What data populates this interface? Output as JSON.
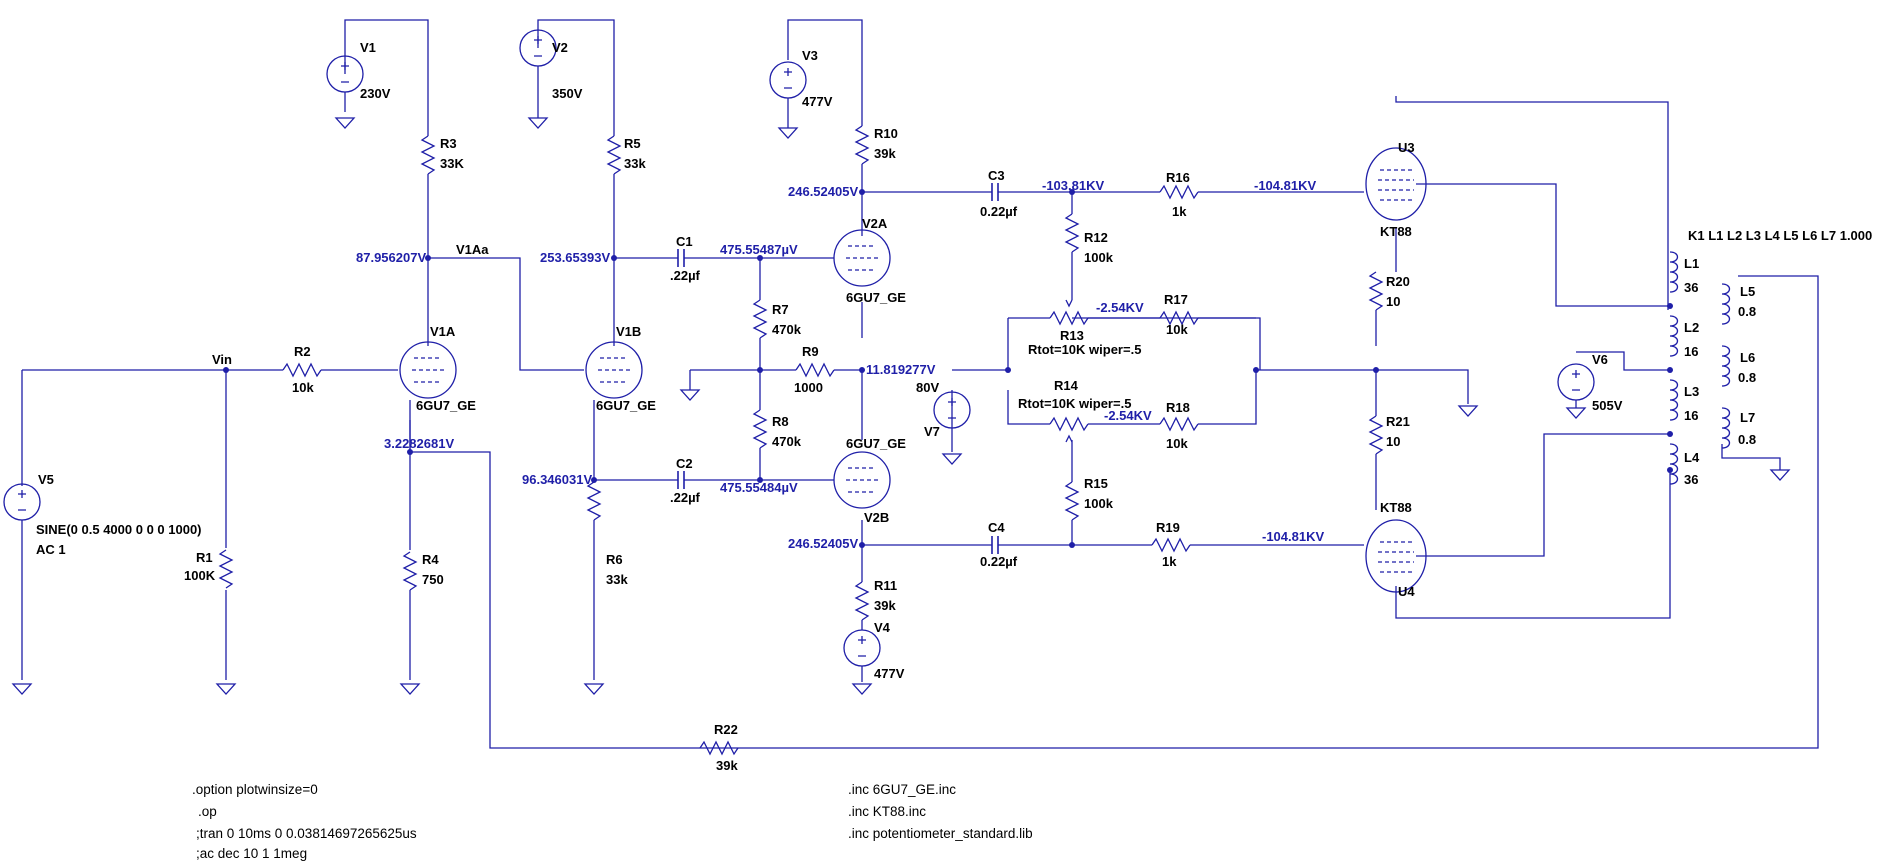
{
  "colors": {
    "wire": "#1f1fa8",
    "node_voltage": "#1f1fa8",
    "label": "#000000",
    "background": "#ffffff"
  },
  "components": {
    "V1": {
      "name": "V1",
      "value": "230V"
    },
    "V2": {
      "name": "V2",
      "value": "350V"
    },
    "V3": {
      "name": "V3",
      "value": "477V"
    },
    "V4": {
      "name": "V4",
      "value": "477V"
    },
    "V5": {
      "name": "V5",
      "value": "SINE(0 0.5 4000 0 0 0 1000)",
      "value2": "AC 1"
    },
    "V6": {
      "name": "V6",
      "value": "505V"
    },
    "V7": {
      "name": "V7",
      "value": "80V"
    },
    "R1": {
      "name": "R1",
      "value": "100K"
    },
    "R2": {
      "name": "R2",
      "value": "10k"
    },
    "R3": {
      "name": "R3",
      "value": "33K"
    },
    "R4": {
      "name": "R4",
      "value": "750"
    },
    "R5": {
      "name": "R5",
      "value": "33k"
    },
    "R6": {
      "name": "R6",
      "value": "33k"
    },
    "R7": {
      "name": "R7",
      "value": "470k"
    },
    "R8": {
      "name": "R8",
      "value": "470k"
    },
    "R9": {
      "name": "R9",
      "value": "1000"
    },
    "R10": {
      "name": "R10",
      "value": "39k"
    },
    "R11": {
      "name": "R11",
      "value": "39k"
    },
    "R12": {
      "name": "R12",
      "value": "100k"
    },
    "R13": {
      "name": "R13",
      "value": "Rtot=10K wiper=.5"
    },
    "R14": {
      "name": "R14",
      "value": "Rtot=10K wiper=.5"
    },
    "R15": {
      "name": "R15",
      "value": "100k"
    },
    "R16": {
      "name": "R16",
      "value": "1k"
    },
    "R17": {
      "name": "R17",
      "value": "10k"
    },
    "R18": {
      "name": "R18",
      "value": "10k"
    },
    "R19": {
      "name": "R19",
      "value": "1k"
    },
    "R20": {
      "name": "R20",
      "value": "10"
    },
    "R21": {
      "name": "R21",
      "value": "10"
    },
    "R22": {
      "name": "R22",
      "value": "39k"
    },
    "C1": {
      "name": "C1",
      "value": ".22µf"
    },
    "C2": {
      "name": "C2",
      "value": ".22µf"
    },
    "C3": {
      "name": "C3",
      "value": "0.22µf"
    },
    "C4": {
      "name": "C4",
      "value": "0.22µf"
    },
    "L1": {
      "name": "L1",
      "value": "36"
    },
    "L2": {
      "name": "L2",
      "value": "16"
    },
    "L3": {
      "name": "L3",
      "value": "16"
    },
    "L4": {
      "name": "L4",
      "value": "36"
    },
    "L5": {
      "name": "L5",
      "value": "0.8"
    },
    "L6": {
      "name": "L6",
      "value": "0.8"
    },
    "L7": {
      "name": "L7",
      "value": "0.8"
    },
    "V1A": {
      "name": "V1A",
      "model": "6GU7_GE"
    },
    "V1B": {
      "name": "V1B",
      "model": "6GU7_GE"
    },
    "V2A": {
      "name": "V2A",
      "model": "6GU7_GE"
    },
    "V2B": {
      "name": "V2B",
      "model": "6GU7_GE"
    },
    "U3": {
      "name": "U3",
      "model": "KT88"
    },
    "U4": {
      "name": "U4",
      "model": "KT88"
    }
  },
  "net_labels": {
    "vin": "Vin",
    "v1aa": "V1Aa"
  },
  "node_voltages": {
    "v1a_plate": "87.956207V",
    "v1b_plate": "253.65393V",
    "v1b_cathode": "96.346031V",
    "v1a_cathode": "3.2282681V",
    "v2a_grid": "475.55487µV",
    "v2b_grid": "475.55484µV",
    "v2a_plate": "246.52405V",
    "v2b_plate": "246.52405V",
    "ltp_cathode": "11.819277V",
    "u3_grid_in": "-103.81KV",
    "u3_grid": "-104.81KV",
    "u4_grid": "-104.81KV",
    "bias1": "-2.54KV",
    "bias2": "-2.54KV"
  },
  "coupling": "K1 L1 L2 L3 L4 L5 L6 L7 1.000",
  "directives": {
    "plotwinsize": ".option plotwinsize=0",
    "op": ".op",
    "tran": ";tran 0 10ms 0 0.03814697265625us",
    "ac": ";ac dec 10 1 1meg",
    "inc1": ".inc 6GU7_GE.inc",
    "inc2": ".inc KT88.inc",
    "inc3": ".inc potentiometer_standard.lib"
  }
}
